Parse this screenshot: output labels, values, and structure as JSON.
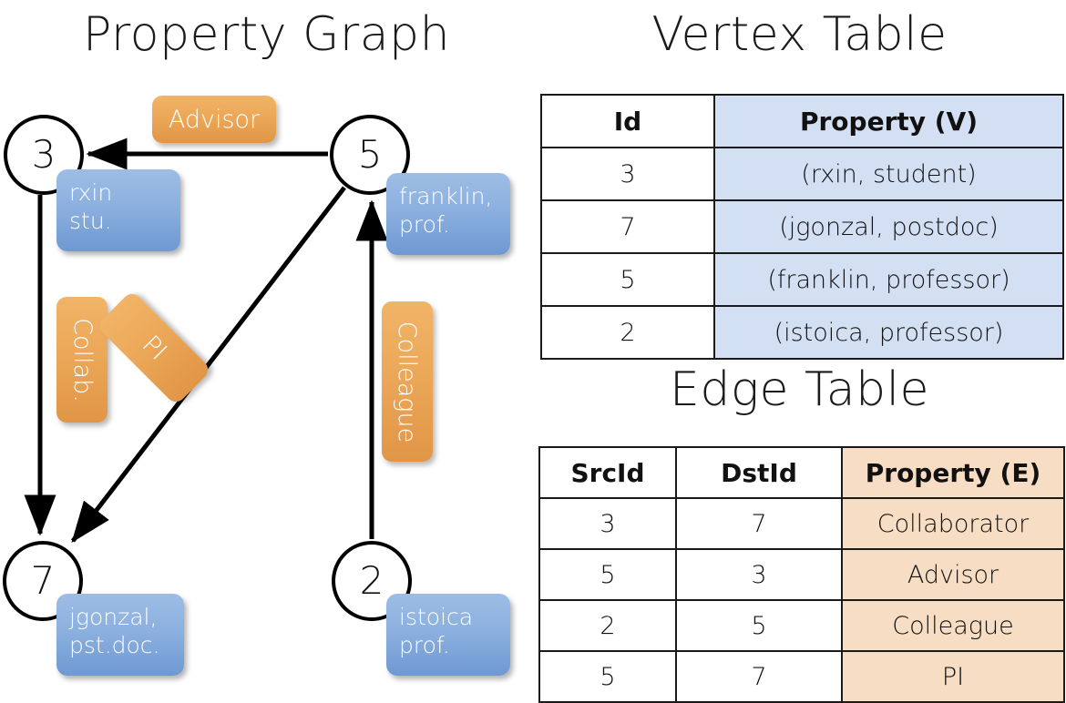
{
  "titles": {
    "property_graph": "Property Graph",
    "vertex_table": "Vertex Table",
    "edge_table": "Edge Table"
  },
  "graph": {
    "nodes": [
      {
        "id": "3",
        "name": "rxin",
        "role": "stu."
      },
      {
        "id": "5",
        "name": "franklin,",
        "role": "prof."
      },
      {
        "id": "7",
        "name": "jgonzal,",
        "role": "pst.doc."
      },
      {
        "id": "2",
        "name": "istoica",
        "role": "prof."
      }
    ],
    "edge_labels": {
      "advisor": "Advisor",
      "collab": "Collab.",
      "pi": "PI",
      "colleague": "Colleague"
    },
    "colors": {
      "node_fill": "#ffffff",
      "node_stroke": "#000000",
      "vertex_prop_box": "#8cb0df",
      "edge_label_box": "#eda95a",
      "edge_line": "#000000"
    }
  },
  "vertex_table": {
    "headers": [
      "Id",
      "Property (V)"
    ],
    "rows": [
      {
        "id": "3",
        "property": "(rxin, student)"
      },
      {
        "id": "7",
        "property": "(jgonzal, postdoc)"
      },
      {
        "id": "5",
        "property": "(franklin, professor)"
      },
      {
        "id": "2",
        "property": "(istoica, professor)"
      }
    ],
    "header_fill": "#d3dff2"
  },
  "edge_table": {
    "headers": [
      "SrcId",
      "DstId",
      "Property (E)"
    ],
    "rows": [
      {
        "src": "3",
        "dst": "7",
        "property": "Collaborator"
      },
      {
        "src": "5",
        "dst": "3",
        "property": "Advisor"
      },
      {
        "src": "2",
        "dst": "5",
        "property": "Colleague"
      },
      {
        "src": "5",
        "dst": "7",
        "property": "PI"
      }
    ],
    "header_fill": "#f6ddc3"
  }
}
